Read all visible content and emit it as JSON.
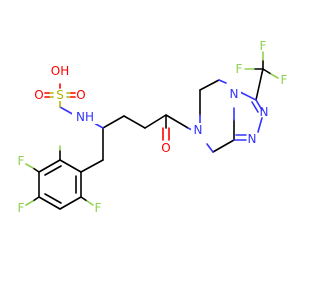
{
  "molecule": {
    "colors": {
      "carbon": "#000000",
      "nitrogen": "#3333ff",
      "oxygen": "#ff0000",
      "sulfur": "#b2b200",
      "fluorine": "#90d050"
    },
    "atoms": {
      "hydroxyl_oh": "OH",
      "sulfonyl_s": "S",
      "sulfonyl_o_left": "O",
      "sulfonyl_o_right": "O",
      "amine_nh": "NH",
      "ketone_o": "O",
      "ring_n_amide": "N",
      "ring_n_bridge": "N",
      "ring_n_upper": "N",
      "ring_n_lower": "N",
      "cf3_f_top": "F",
      "cf3_f_left": "F",
      "cf3_f_right": "F",
      "aryl_f_upper": "F",
      "aryl_f_middle": "F",
      "aryl_f_right": "F"
    }
  }
}
